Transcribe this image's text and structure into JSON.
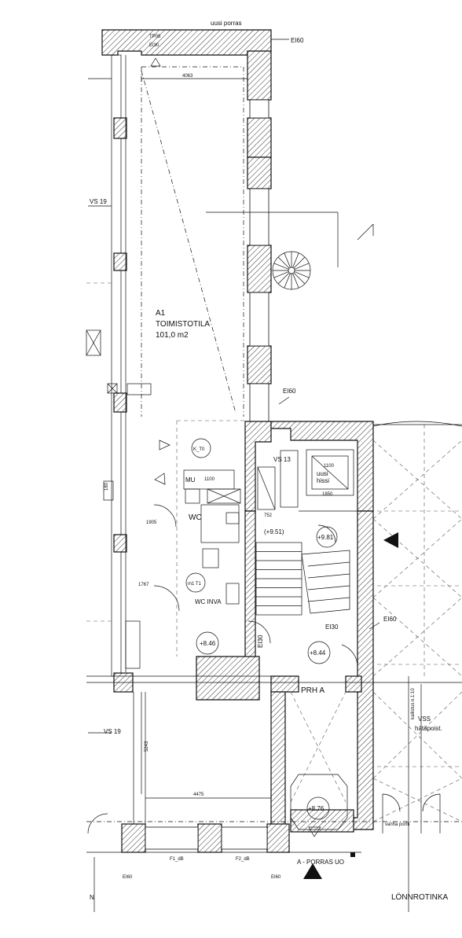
{
  "labels": {
    "uusi_porras": "uusi porras",
    "tp08": "TP08",
    "ei30_top": "EI30",
    "ei60_top": "EI60",
    "dim_4063": "4063",
    "vs19_upper": "VS 19",
    "vs19_lower": "VS 19",
    "room_id": "A1",
    "room_name": "TOIMISTOTILA",
    "room_area": "101,0 m2",
    "ei60_mid": "EI60",
    "k_t0": "K_T0",
    "vs13": "VS 13",
    "lift_1100": "1100",
    "lift_uusi": "uusi",
    "lift_hissi": "hissi",
    "lift_1850": "1850",
    "mu": "MU",
    "wc": "WC",
    "level_951": "(+9.51)",
    "level_981": "+9.81",
    "m1t": "m1 T1",
    "wc_inva": "WC INVA",
    "ei60_right": "EI60",
    "ei30_stair": "EI30",
    "level_846": "+8.46",
    "level_844": "+8.44",
    "ei30_door": "EI30",
    "prh_a": "PRH A",
    "kallistus": "kallistus n.1:10",
    "vss": "VSS",
    "hatapoist": "hätäpoist.",
    "dim_5243": "5243",
    "dim_4475": "4475",
    "level_876": "+8.76",
    "vanha_portti": "vanha portti",
    "f1_db": "F1_dB",
    "f2_db": "F2_dB",
    "ei60_bottom_left": "EI60",
    "ei60_bottom_mid": "EI60",
    "a_porras_uo": "A - PORRAS UO",
    "street": "LÖNNROTINKA",
    "north": "N",
    "small_180": "180",
    "small_1905": "1905",
    "small_1767": "1767",
    "small_1100": "1100",
    "small_752": "752"
  }
}
